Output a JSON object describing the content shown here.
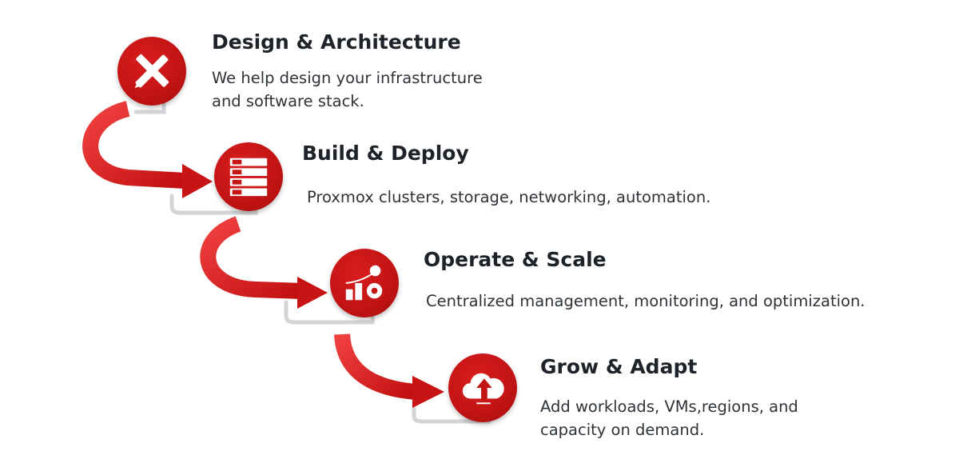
{
  "steps": [
    {
      "title": "Design & Architecture",
      "lines": [
        "We help design your infrastructure",
        "and software stack."
      ],
      "icon": "pencil-ruler-icon"
    },
    {
      "title": "Build & Deploy",
      "lines": [
        "Proxmox clusters, storage, networking, automation."
      ],
      "icon": "server-rack-icon"
    },
    {
      "title": "Operate & Scale",
      "lines": [
        "Centralized management, monitoring, and optimization."
      ],
      "icon": "chart-gears-icon"
    },
    {
      "title": "Grow & Adapt",
      "lines": [
        "Add workloads, VMs,regions, and",
        "capacity on demand."
      ],
      "icon": "cloud-upload-icon"
    }
  ],
  "colors": {
    "accent": "#c81414",
    "text": "#1e2329",
    "connector": "#d0d3d6"
  }
}
